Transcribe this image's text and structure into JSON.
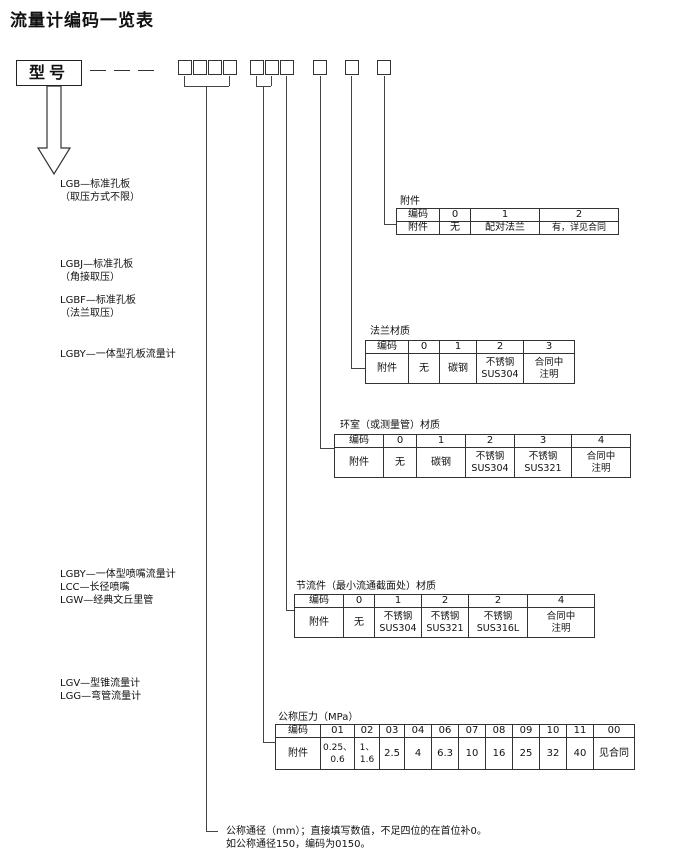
{
  "title": "流量计编码一览表",
  "model_label": "型号",
  "models": [
    {
      "name": "LGB—标准孔板",
      "sub": "（取压方式不限）"
    },
    {
      "name": "LGBJ—标准孔板",
      "sub": "（角接取压）"
    },
    {
      "name": "LGBF—标准孔板",
      "sub": "（法兰取压）"
    },
    {
      "name": "LGBY—一体型孔板流量计",
      "sub": ""
    },
    {
      "name": "LGBY—一体型喷嘴流量计",
      "sub": ""
    },
    {
      "name": "LCC—长径喷嘴",
      "sub": ""
    },
    {
      "name": "LGW—经典文丘里管",
      "sub": ""
    },
    {
      "name": "LGV—型锥流量计",
      "sub": ""
    },
    {
      "name": "LGG—弯管流量计",
      "sub": ""
    }
  ],
  "accessory": {
    "title": "附件",
    "header": [
      "编码",
      "0",
      "1",
      "2"
    ],
    "row": [
      "附件",
      "无",
      "配对法兰",
      "有，详见合同"
    ]
  },
  "flange": {
    "title": "法兰材质",
    "header": [
      "编码",
      "0",
      "1",
      "2",
      "3"
    ],
    "row": [
      "附件",
      "无",
      "碳钢",
      "不锈钢\nSUS304",
      "合同中\n注明"
    ]
  },
  "ring": {
    "title": "环室（或测量管）材质",
    "header": [
      "编码",
      "0",
      "1",
      "2",
      "3",
      "4"
    ],
    "row": [
      "附件",
      "无",
      "碳钢",
      "不锈钢\nSUS304",
      "不锈钢\nSUS321",
      "合同中\n注明"
    ]
  },
  "throttle": {
    "title": "节流件（最小流通截面处）材质",
    "header": [
      "编码",
      "0",
      "1",
      "2",
      "2",
      "4"
    ],
    "row": [
      "附件",
      "无",
      "不锈钢\nSUS304",
      "不锈钢\nSUS321",
      "不锈钢\nSUS316L",
      "合同中\n注明"
    ]
  },
  "pressure": {
    "title": "公称压力（MPa）",
    "header": [
      "编码",
      "01",
      "02",
      "03",
      "04",
      "06",
      "07",
      "08",
      "09",
      "10",
      "11",
      "00"
    ],
    "row": [
      "附件",
      "0.25、\n0.6",
      "1、\n1.6",
      "2.5",
      "4",
      "6.3",
      "10",
      "16",
      "25",
      "32",
      "40",
      "见合同"
    ]
  },
  "diameter_note": {
    "line1": "公称通径（mm）；直接填写数值，不足四位的在首位补0。",
    "line2": "如公称通径150，编码为0150。"
  }
}
